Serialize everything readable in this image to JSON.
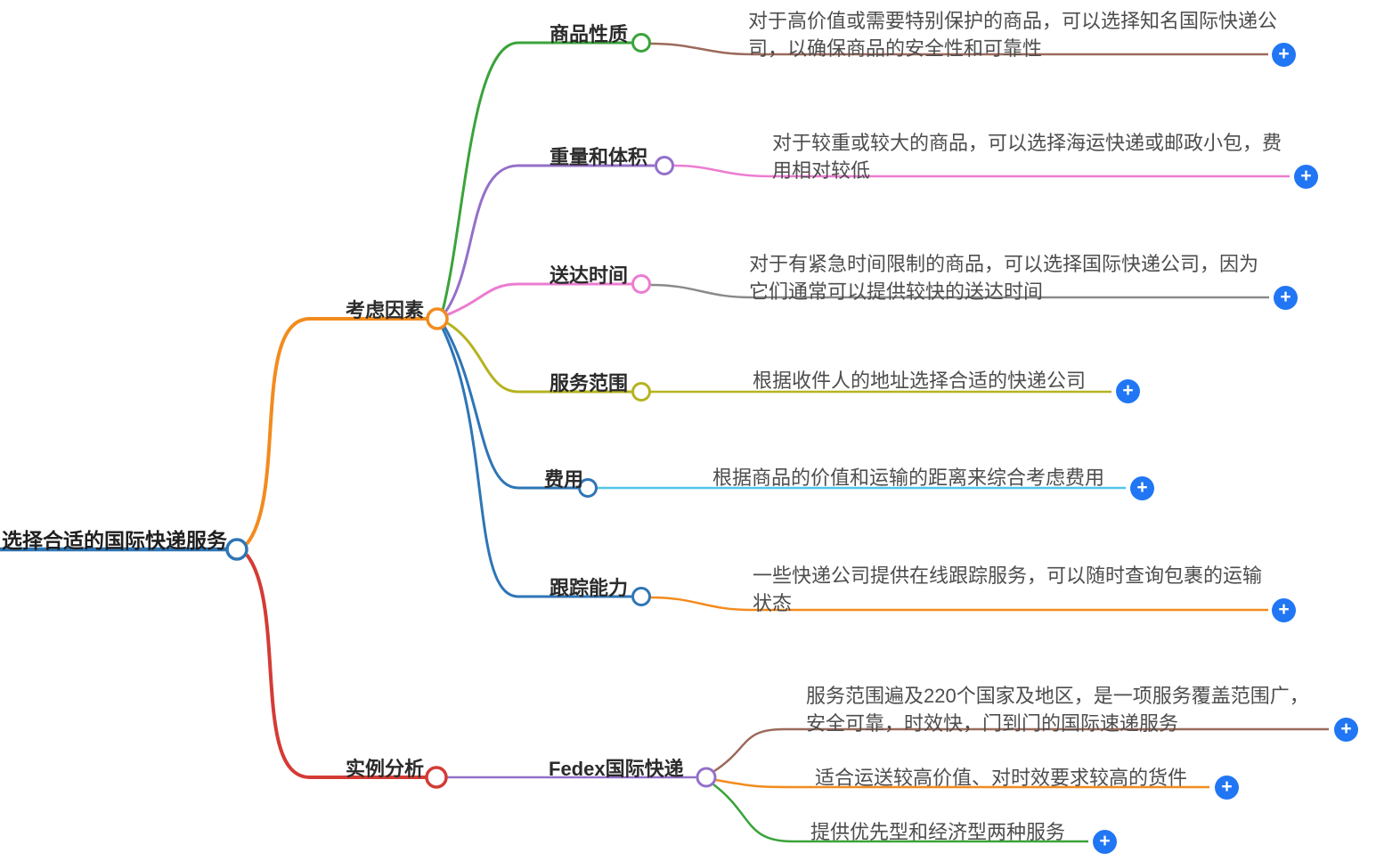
{
  "colors": {
    "root_blue": "#2e75b6",
    "orange": "#f28b1e",
    "red": "#d43b35",
    "green": "#3aa33a",
    "purple": "#9470c9",
    "pink": "#ec7cd0",
    "olive": "#b5b320",
    "blue": "#2e75b6",
    "cyan": "#53c4e9",
    "gray": "#8a8a8a",
    "brown": "#9c6a5b",
    "plus_blue": "#2176f3"
  },
  "icons": {
    "plus": "+"
  },
  "root": {
    "label": "选择合适的国际快递服务"
  },
  "branch_considering": {
    "label": "考虑因素",
    "children": [
      {
        "label": "商品性质",
        "note": "对于高价值或需要特别保护的商品，可以选择知名国际快递公司，以确保商品的安全性和可靠性"
      },
      {
        "label": "重量和体积",
        "note": "对于较重或较大的商品，可以选择海运快递或邮政小包，费用相对较低"
      },
      {
        "label": "送达时间",
        "note": "对于有紧急时间限制的商品，可以选择国际快递公司，因为它们通常可以提供较快的送达时间"
      },
      {
        "label": "服务范围",
        "note": "根据收件人的地址选择合适的快递公司"
      },
      {
        "label": "费用",
        "note": "根据商品的价值和运输的距离来综合考虑费用"
      },
      {
        "label": "跟踪能力",
        "note": "一些快递公司提供在线跟踪服务，可以随时查询包裹的运输状态"
      }
    ]
  },
  "branch_example": {
    "label": "实例分析",
    "fedex": {
      "label": "Fedex国际快递",
      "notes": [
        "服务范围遍及220个国家及地区，是一项服务覆盖范围广，安全可靠，时效快，门到门的国际速递服务",
        "适合运送较高价值、对时效要求较高的货件",
        "提供优先型和经济型两种服务"
      ]
    }
  }
}
